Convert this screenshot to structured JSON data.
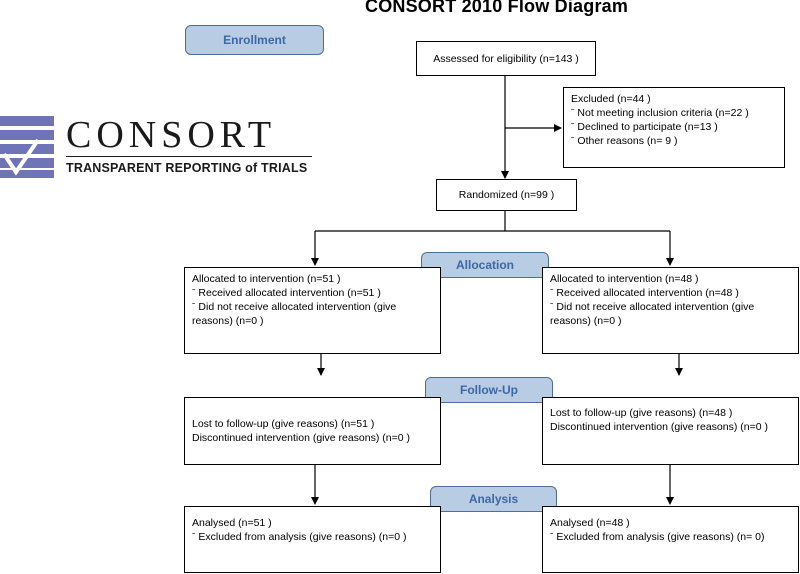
{
  "title": "CONSORT 2010 Flow Diagram",
  "logo": {
    "word": "CONSORT",
    "tagline": "TRANSPARENT REPORTING of TRIALS",
    "color": "#6f74b7"
  },
  "stages": {
    "enrollment": "Enrollment",
    "allocation": "Allocation",
    "follow_up": "Follow-Up",
    "analysis": "Analysis"
  },
  "assessed": "Assessed for eligibility (n=143  )",
  "excluded": {
    "heading": "Excluded  (n=44   )",
    "items": [
      "ˉ  Not meeting inclusion criteria (n=22  )",
      "ˉ  Declined to participate  (n=13  )",
      "ˉ  Other reasons  (n= 9  )"
    ]
  },
  "randomized": "Randomized  (n=99  )",
  "allocation_left": {
    "heading": "Allocated to intervention  (n=51  )",
    "received": "ˉ Received  allocated intervention  (n=51  )",
    "not_received": "ˉ Did not receive allocated intervention  (give reasons)  (n=0   )"
  },
  "allocation_right": {
    "heading": "Allocated to intervention  (n=48  )",
    "received": "ˉ Received  allocated intervention  (n=48  )",
    "not_received": "ˉ Did not receive allocated intervention  (give reasons)  (n=0   )"
  },
  "followup_left": {
    "lost": "Lost to follow-up  (give  reasons)  (n=51  )",
    "discontinued": "Discontinued intervention  (give  reasons)  (n=0   )"
  },
  "followup_right": {
    "lost": "Lost to follow-up  (give  reasons)  (n=48  )",
    "discontinued": "Discontinued intervention  (give  reasons)  (n=0   )"
  },
  "analysis_left": {
    "analysed": "Analysed  (n=51  )",
    "excluded": "ˉ Excluded from analysis (give reasons)  (n=0  )"
  },
  "analysis_right": {
    "analysed": "Analysed  (n=48  )",
    "excluded": "ˉ Excluded from analysis (give reasons)  (n= 0)"
  }
}
